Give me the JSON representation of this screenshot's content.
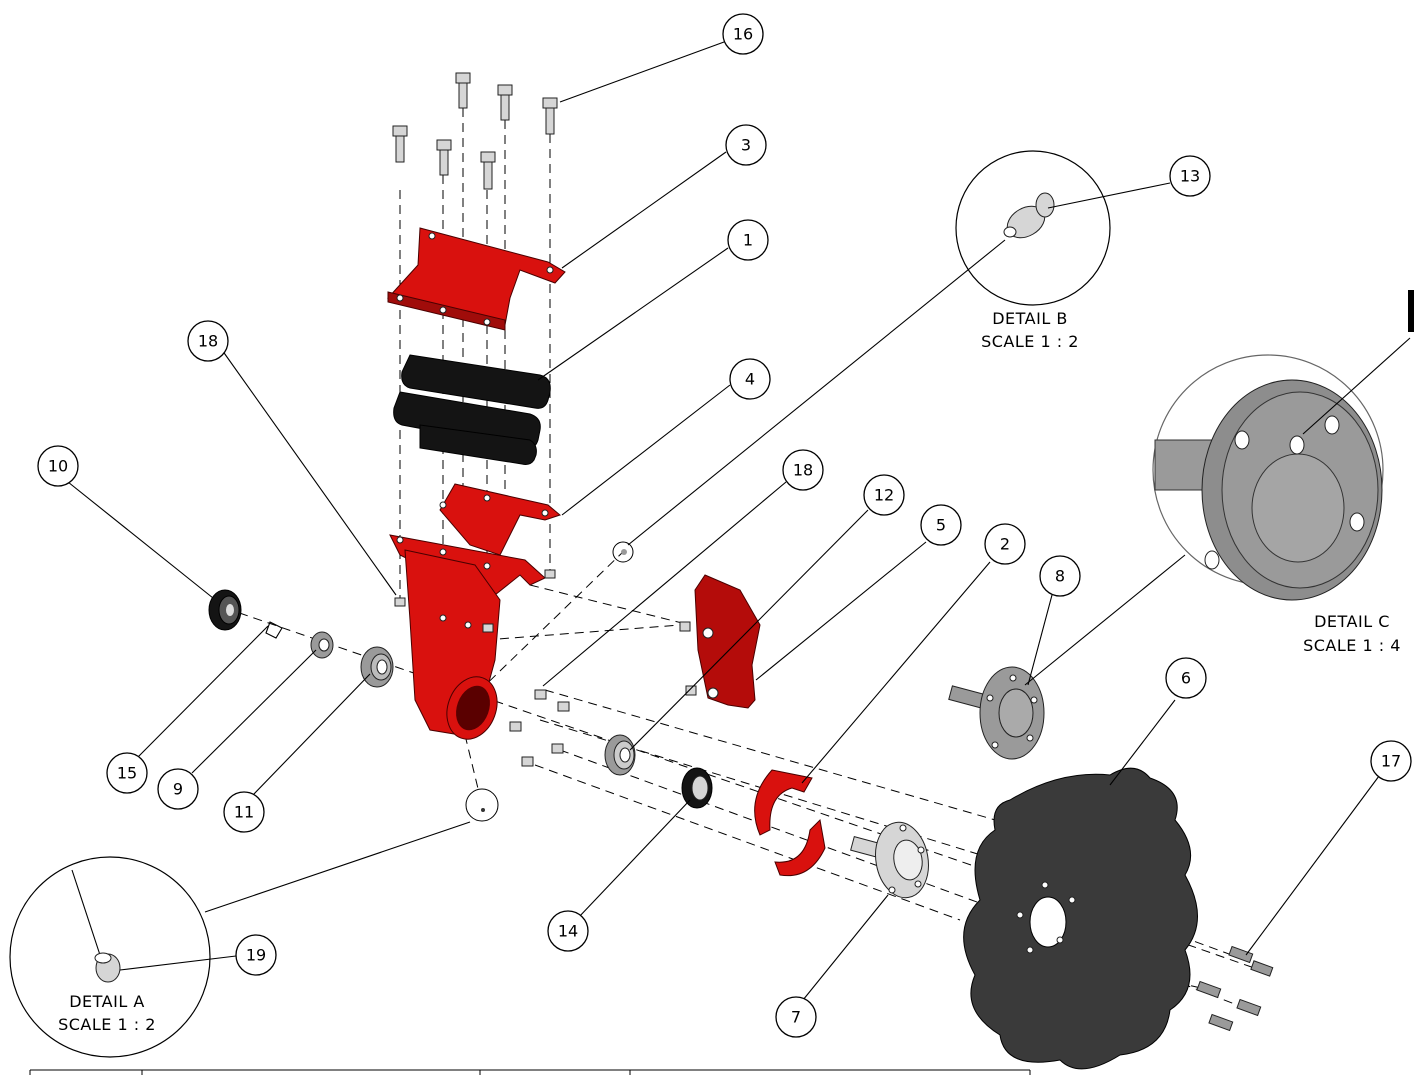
{
  "balloons": [
    {
      "id": "b16",
      "label": "16"
    },
    {
      "id": "b3",
      "label": "3"
    },
    {
      "id": "b1",
      "label": "1"
    },
    {
      "id": "b13",
      "label": "13"
    },
    {
      "id": "b18a",
      "label": "18"
    },
    {
      "id": "b4",
      "label": "4"
    },
    {
      "id": "b10",
      "label": "10"
    },
    {
      "id": "b18b",
      "label": "18"
    },
    {
      "id": "b12",
      "label": "12"
    },
    {
      "id": "b5",
      "label": "5"
    },
    {
      "id": "b2",
      "label": "2"
    },
    {
      "id": "b8",
      "label": "8"
    },
    {
      "id": "b6",
      "label": "6"
    },
    {
      "id": "b17",
      "label": "17"
    },
    {
      "id": "b15",
      "label": "15"
    },
    {
      "id": "b9",
      "label": "9"
    },
    {
      "id": "b11",
      "label": "11"
    },
    {
      "id": "b14",
      "label": "14"
    },
    {
      "id": "b19",
      "label": "19"
    },
    {
      "id": "b7",
      "label": "7"
    }
  ],
  "details": {
    "a": {
      "title": "DETAIL A",
      "scale": "SCALE 1 : 2"
    },
    "b": {
      "title": "DETAIL B",
      "scale": "SCALE 1 : 2"
    },
    "c": {
      "title": "DETAIL C",
      "scale": "SCALE 1 : 4"
    }
  },
  "colors": {
    "part_red": "#d9110e",
    "rubber": "#141414",
    "disc": "#3a3a3a"
  }
}
